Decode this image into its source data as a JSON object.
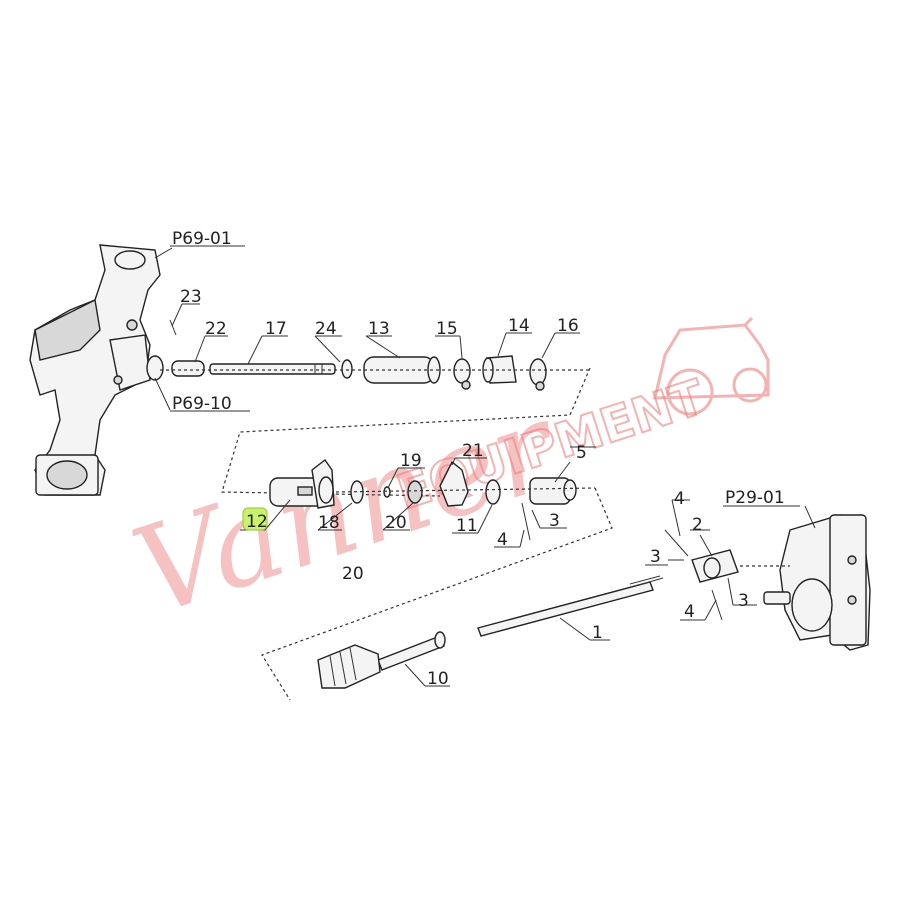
{
  "callouts": {
    "p69_01": "P69-01",
    "p69_10": "P69-10",
    "p29_01": "P29-01",
    "n23": "23",
    "n22": "22",
    "n17": "17",
    "n24": "24",
    "n13": "13",
    "n15": "15",
    "n14": "14",
    "n16": "16",
    "n21": "21",
    "n19": "19",
    "n5": "5",
    "n12": "12",
    "n18": "18",
    "n20a": "20",
    "n11": "11",
    "n4a": "4",
    "n3a": "3",
    "n20b": "20",
    "n4b": "4",
    "n2": "2",
    "n3b": "3",
    "n4c": "4",
    "n3c": "3",
    "n1": "1",
    "n10": "10"
  },
  "highlight": {
    "part": "12",
    "color": "#c8f26a"
  },
  "watermark": {
    "script": "Vanner",
    "word": "EQUIPMENT",
    "color": "#ef9090"
  }
}
